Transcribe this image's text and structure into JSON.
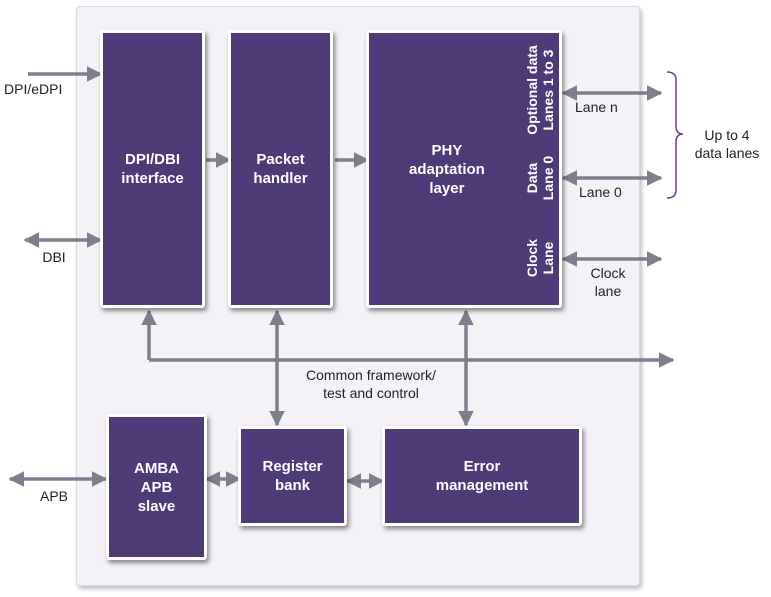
{
  "blocks": {
    "dpi_dbi": "DPI/DBI\ninterface",
    "packet_handler": "Packet\nhandler",
    "phy": "PHY\nadaptation\nlayer",
    "amba": "AMBA\nAPB\nslave",
    "register_bank": "Register\nbank",
    "error_management": "Error\nmanagement"
  },
  "phy_side_labels": {
    "optional_data_lanes": "Optional data\nLanes 1 to 3",
    "data_lane_0": "Data\nLane 0",
    "clock_lane": "Clock\nLane"
  },
  "external_labels": {
    "dpi_edpi": "DPI/eDPI",
    "dbi": "DBI",
    "apb": "APB",
    "lane_n": "Lane n",
    "lane_0": "Lane 0",
    "clock_lane": "Clock\nlane",
    "up_to_4": "Up to 4\ndata lanes",
    "common_framework": "Common framework/\ntest and control"
  },
  "colors": {
    "block_fill": "#4f3a78",
    "arrow": "#7d7f8c",
    "bracket": "#6b3f8f",
    "frame_bg": "#f4f2f6"
  }
}
